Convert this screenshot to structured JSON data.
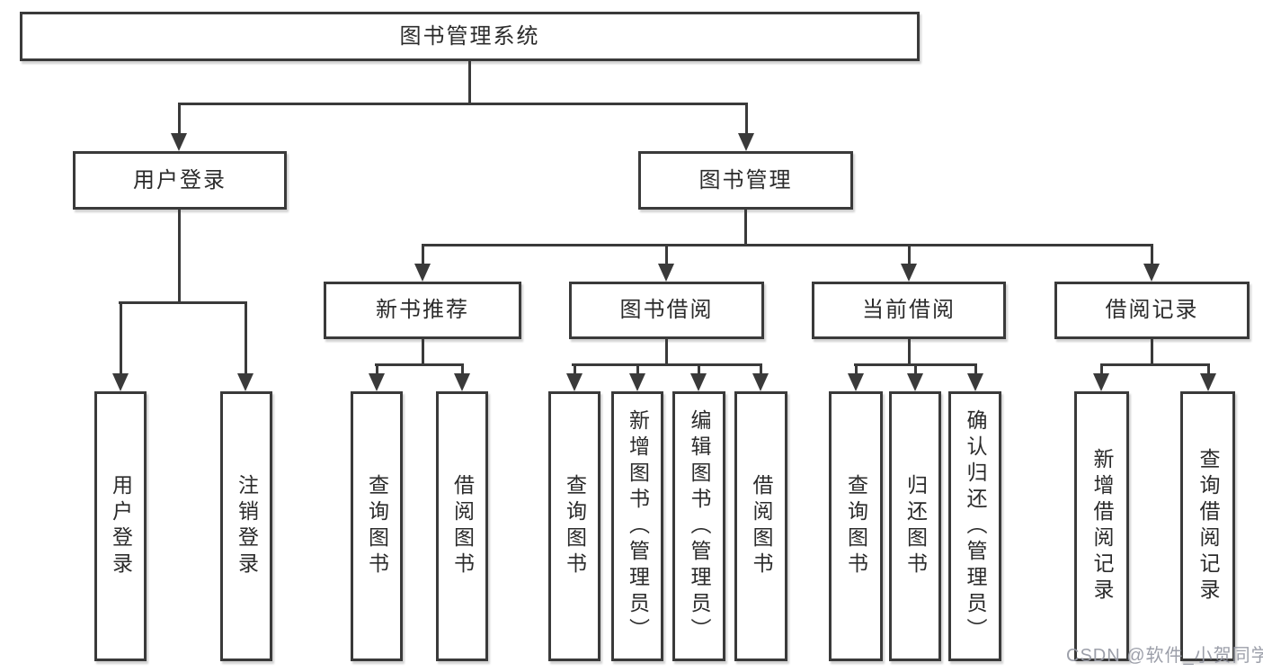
{
  "tree": {
    "root": {
      "label": "图书管理系统"
    },
    "groups": [
      {
        "label": "用户登录",
        "leaves": [
          {
            "label": "用户登录"
          },
          {
            "label": "注销登录"
          }
        ]
      },
      {
        "label": "图书管理",
        "subgroups": [
          {
            "label": "新书推荐",
            "leaves": [
              {
                "label": "查询图书"
              },
              {
                "label": "借阅图书"
              }
            ]
          },
          {
            "label": "图书借阅",
            "leaves": [
              {
                "label": "查询图书"
              },
              {
                "label": "新增图书（管理员）"
              },
              {
                "label": "编辑图书（管理员）"
              },
              {
                "label": "借阅图书"
              }
            ]
          },
          {
            "label": "当前借阅",
            "leaves": [
              {
                "label": "查询图书"
              },
              {
                "label": "归还图书"
              },
              {
                "label": "确认归还（管理员）"
              }
            ]
          },
          {
            "label": "借阅记录",
            "leaves": [
              {
                "label": "新增借阅记录"
              },
              {
                "label": "查询借阅记录"
              }
            ]
          }
        ]
      }
    ]
  },
  "watermark": {
    "text": "CSDN @软件_小贺同学",
    "color": "#979aa5"
  },
  "colors": {
    "line": "#3a3a3a",
    "box_border": "#3a3a3a",
    "box_fill": "#ffffff",
    "text": "#2b2b2b",
    "background": "#ffffff"
  }
}
